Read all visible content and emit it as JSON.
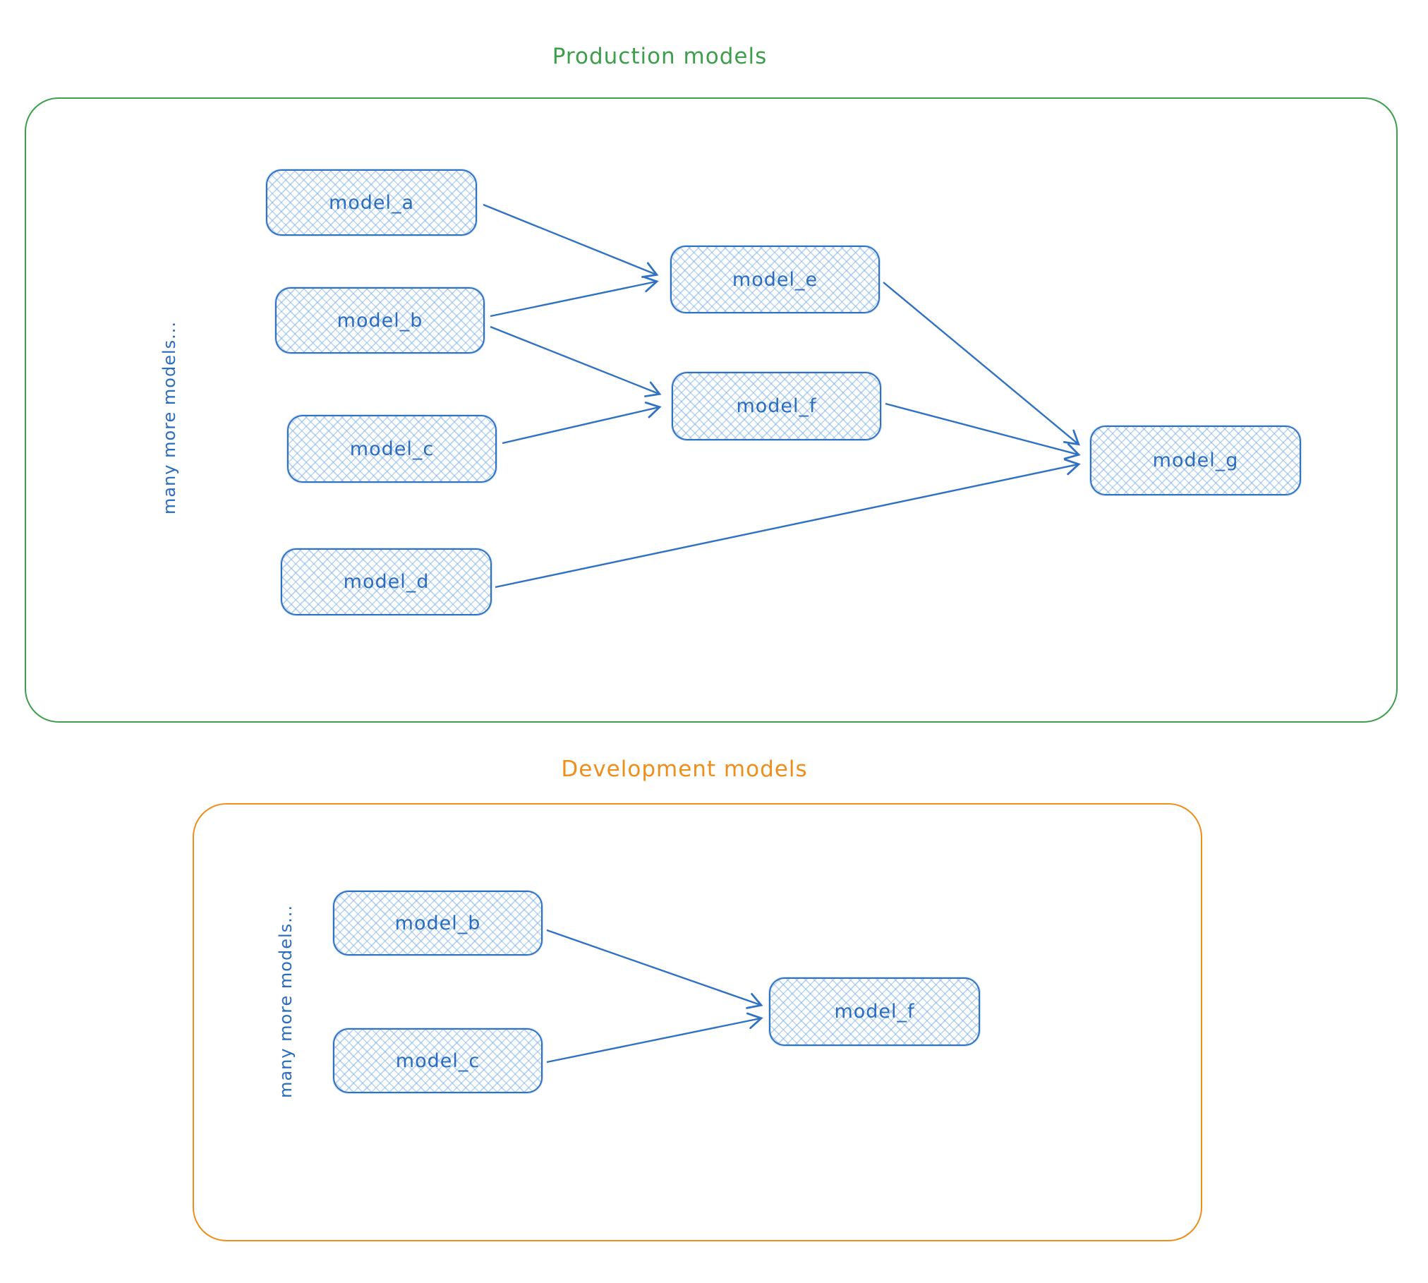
{
  "production": {
    "title": "Production models",
    "side_label": "many more models...",
    "nodes": [
      {
        "id": "model_a",
        "label": "model_a"
      },
      {
        "id": "model_b",
        "label": "model_b"
      },
      {
        "id": "model_c",
        "label": "model_c"
      },
      {
        "id": "model_d",
        "label": "model_d"
      },
      {
        "id": "model_e",
        "label": "model_e"
      },
      {
        "id": "model_f",
        "label": "model_f"
      },
      {
        "id": "model_g",
        "label": "model_g"
      }
    ],
    "edges": [
      {
        "from": "model_a",
        "to": "model_e"
      },
      {
        "from": "model_b",
        "to": "model_e"
      },
      {
        "from": "model_b",
        "to": "model_f"
      },
      {
        "from": "model_c",
        "to": "model_f"
      },
      {
        "from": "model_d",
        "to": "model_g"
      },
      {
        "from": "model_e",
        "to": "model_g"
      },
      {
        "from": "model_f",
        "to": "model_g"
      }
    ]
  },
  "development": {
    "title": "Development models",
    "side_label": "many more models...",
    "nodes": [
      {
        "id": "model_b",
        "label": "model_b"
      },
      {
        "id": "model_c",
        "label": "model_c"
      },
      {
        "id": "model_f",
        "label": "model_f"
      }
    ],
    "edges": [
      {
        "from": "model_b",
        "to": "model_f"
      },
      {
        "from": "model_c",
        "to": "model_f"
      }
    ]
  },
  "colors": {
    "production_outline": "#3d9e4b",
    "production_title": "#3d9e4b",
    "development_outline": "#ef8e1b",
    "development_title": "#ef8e1b",
    "node_stroke": "#2f72c4",
    "node_text": "#2a6cc0",
    "node_fill_hatch": "#b9d7f3",
    "arrow": "#2f72c4",
    "background": "#ffffff"
  }
}
